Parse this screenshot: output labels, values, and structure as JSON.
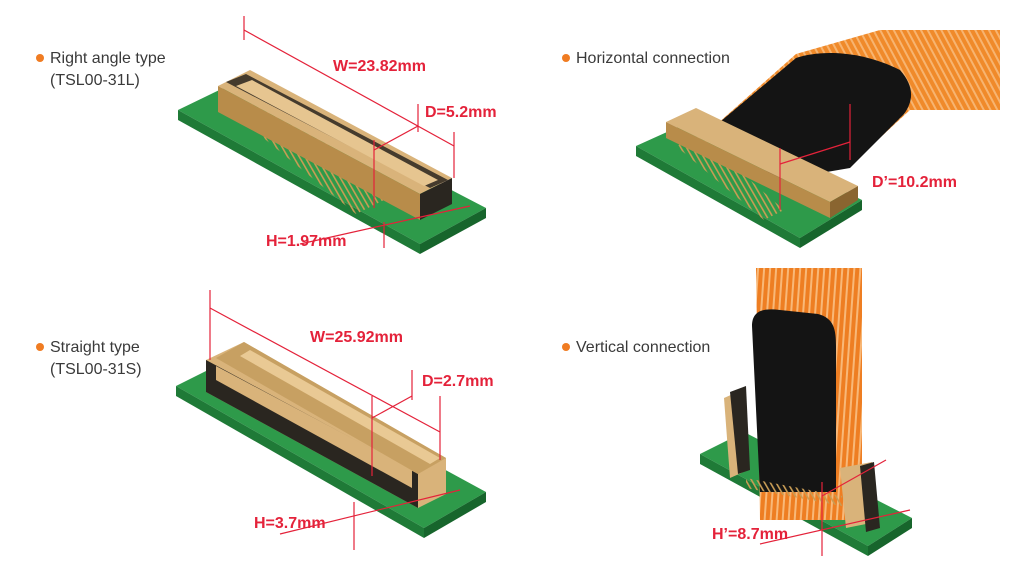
{
  "colors": {
    "accent": "#f07c22",
    "dimension": "#e4223a",
    "pcb": "#2e9a4a",
    "pcb_dark": "#1f7a37",
    "connector_body": "#d9b37a",
    "connector_dark": "#2a2620",
    "fpc_orange": "#f08a2a",
    "fpc_black": "#141414",
    "text": "#3a3a3a"
  },
  "panels": [
    {
      "id": "right-angle",
      "label": "Right angle type",
      "part": "(TSL00-31L)"
    },
    {
      "id": "horizontal",
      "label": "Horizontal connection",
      "part": ""
    },
    {
      "id": "straight",
      "label": "Straight type",
      "part": "(TSL00-31S)"
    },
    {
      "id": "vertical",
      "label": "Vertical connection",
      "part": ""
    }
  ],
  "dimensions": {
    "right_angle": {
      "w": "W=23.82mm",
      "d": "D=5.2mm",
      "h": "H=1.97mm"
    },
    "horizontal": {
      "d": "D’=10.2mm"
    },
    "straight": {
      "w": "W=25.92mm",
      "d": "D=2.7mm",
      "h": "H=3.7mm"
    },
    "vertical": {
      "h": "H’=8.7mm"
    }
  }
}
